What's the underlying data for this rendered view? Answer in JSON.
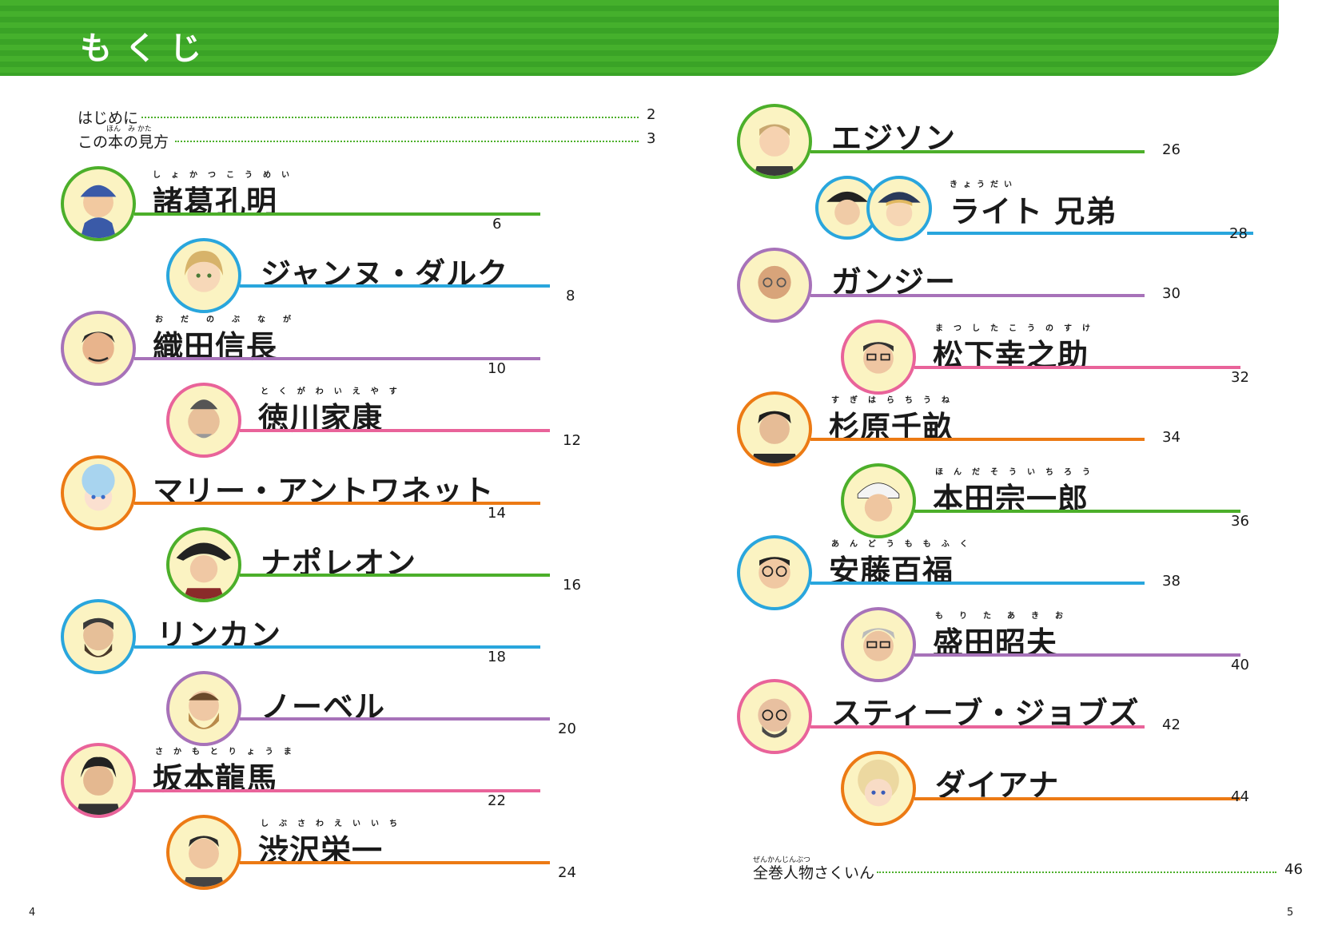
{
  "header": {
    "title": "もくじ"
  },
  "intro": [
    {
      "label": "はじめに",
      "page": "2"
    },
    {
      "label": "この本の見方",
      "ruby": "ほん　み かた",
      "page": "3"
    }
  ],
  "left_entries": [
    {
      "name": "諸葛孔明",
      "furigana": "しょかつこうめい",
      "page": "6",
      "color": "#4caf2a"
    },
    {
      "name": "ジャンヌ・ダルク",
      "furigana": "",
      "page": "8",
      "color": "#29a6dd"
    },
    {
      "name": "織田信長",
      "furigana": "おだのぶなが",
      "page": "10",
      "color": "#a772b9"
    },
    {
      "name": "徳川家康",
      "furigana": "とくがわいえやす",
      "page": "12",
      "color": "#e9639a"
    },
    {
      "name": "マリー・アントワネット",
      "furigana": "",
      "page": "14",
      "color": "#ec7a14"
    },
    {
      "name": "ナポレオン",
      "furigana": "",
      "page": "16",
      "color": "#4caf2a"
    },
    {
      "name": "リンカン",
      "furigana": "",
      "page": "18",
      "color": "#29a6dd"
    },
    {
      "name": "ノーベル",
      "furigana": "",
      "page": "20",
      "color": "#a772b9"
    },
    {
      "name": "坂本龍馬",
      "furigana": "さかもとりょうま",
      "page": "22",
      "color": "#e9639a"
    },
    {
      "name": "渋沢栄一",
      "furigana": "しぶさわえいいち",
      "page": "24",
      "color": "#ec7a14"
    }
  ],
  "right_entries": [
    {
      "name": "エジソン",
      "furigana": "",
      "page": "26",
      "color": "#4caf2a"
    },
    {
      "name": "ライト 兄弟",
      "furigana": "きょうだい",
      "page": "28",
      "color": "#29a6dd"
    },
    {
      "name": "ガンジー",
      "furigana": "",
      "page": "30",
      "color": "#a772b9"
    },
    {
      "name": "松下幸之助",
      "furigana": "まつしたこうのすけ",
      "page": "32",
      "color": "#e9639a"
    },
    {
      "name": "杉原千畝",
      "furigana": "すぎはらちうね",
      "page": "34",
      "color": "#ec7a14"
    },
    {
      "name": "本田宗一郎",
      "furigana": "ほんだそういちろう",
      "page": "36",
      "color": "#4caf2a"
    },
    {
      "name": "安藤百福",
      "furigana": "あんどうももふく",
      "page": "38",
      "color": "#29a6dd"
    },
    {
      "name": "盛田昭夫",
      "furigana": "もりたあきお",
      "page": "40",
      "color": "#a772b9"
    },
    {
      "name": "スティーブ・ジョブズ",
      "furigana": "",
      "page": "42",
      "color": "#e9639a"
    },
    {
      "name": "ダイアナ",
      "furigana": "",
      "page": "44",
      "color": "#ec7a14"
    }
  ],
  "outro": {
    "label": "全巻人物さくいん",
    "ruby": "ぜんかんじんぶつ",
    "page": "46"
  },
  "folios": {
    "left": "4",
    "right": "5"
  }
}
